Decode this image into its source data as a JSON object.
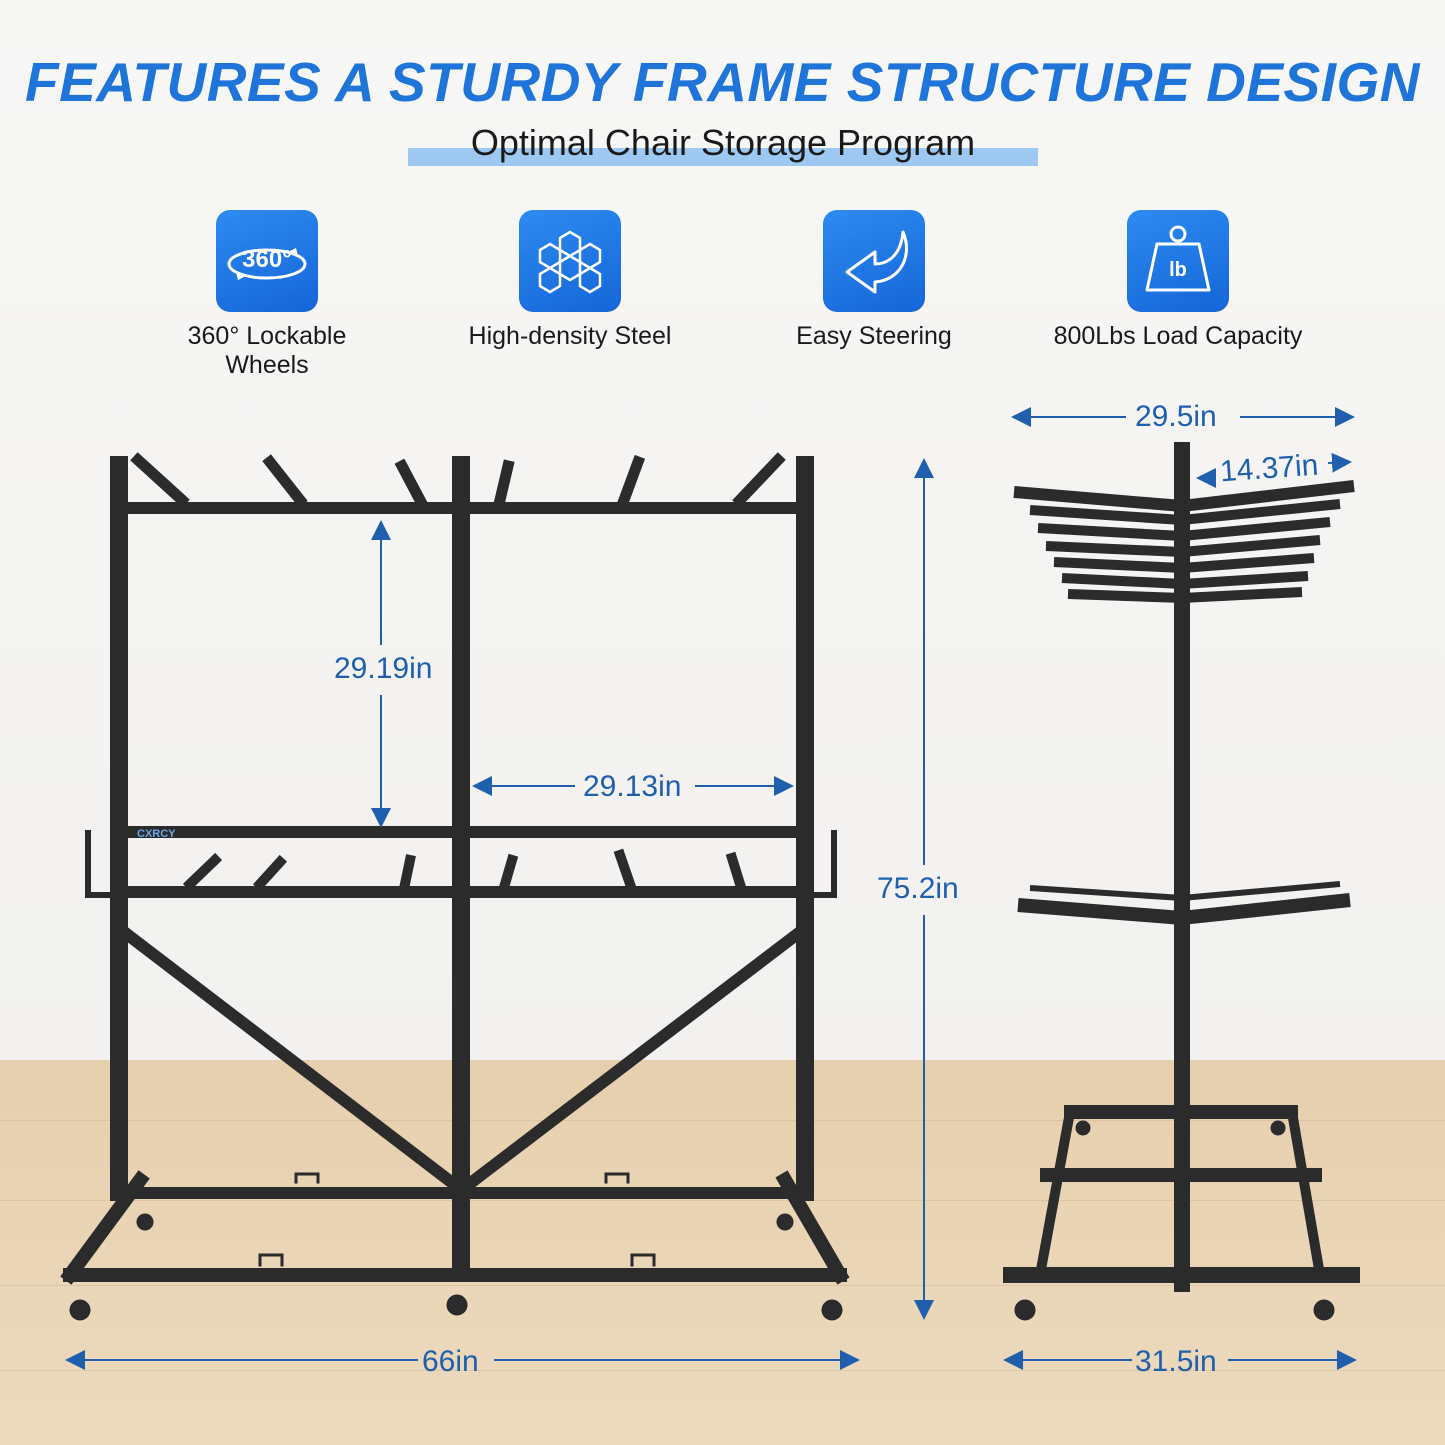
{
  "headline": "FEATURES A STURDY FRAME STRUCTURE DESIGN",
  "subtitle": "Optimal Chair Storage Program",
  "features": [
    {
      "icon": "360-rotate-icon",
      "icon_text": "360°",
      "label_line1": "360° Lockable",
      "label_line2": "Wheels"
    },
    {
      "icon": "honeycomb-icon",
      "label_line1": "High-density Steel",
      "label_line2": ""
    },
    {
      "icon": "curved-arrow-icon",
      "label_line1": "Easy Steering",
      "label_line2": ""
    },
    {
      "icon": "weight-icon",
      "icon_text": "lb",
      "label_line1": "800Lbs Load Capacity",
      "label_line2": ""
    }
  ],
  "brand_logo": "CXRCY",
  "dimensions": {
    "shelf_height": "29.19in",
    "bay_width": "29.13in",
    "total_height": "75.2in",
    "total_width": "66in",
    "side_top_width": "29.5in",
    "arm_length": "14.37in",
    "base_depth": "31.5in"
  },
  "colors": {
    "accent": "#1f74d9",
    "dimension": "#1f5fae",
    "frame": "#2b2b2b",
    "highlight": "#9cc8f2"
  }
}
